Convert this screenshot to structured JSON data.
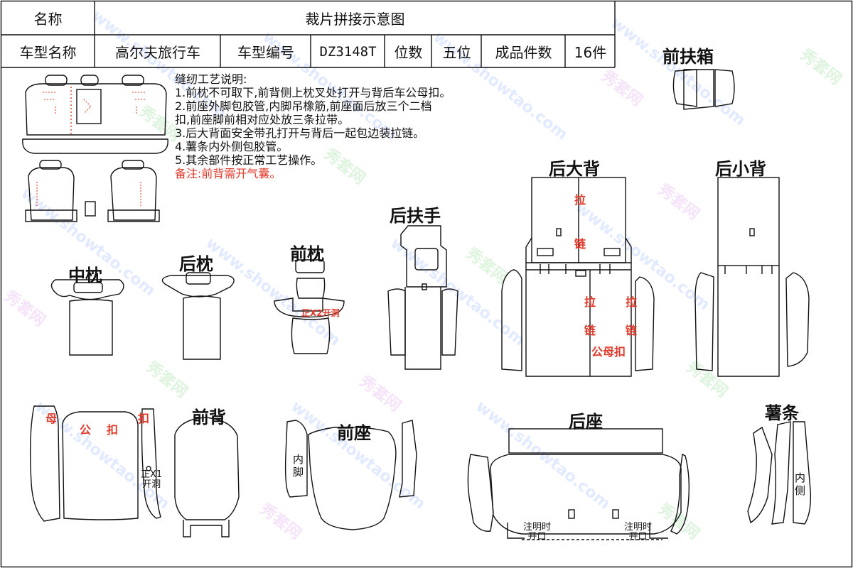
{
  "table": {
    "name_label": "名称",
    "title": "裁片拼接示意图",
    "model_name_label": "车型名称",
    "model_name": "高尔夫旅行车",
    "model_code_label": "车型编号",
    "model_code": "DZ3148T",
    "seats_label": "位数",
    "seats": "五位",
    "pieces_label": "成品件数",
    "pieces": "16件"
  },
  "notes": {
    "heading": "缝纫工艺说明:",
    "lines": [
      "1.前枕不可取下,前背侧上枕叉处打开与背后车公母扣。",
      "2.前座外脚包胶管,内脚吊橡筋,前座面后放三个二档",
      "扣,前座脚前相对应处放三条拉带。",
      "3.后大背面安全带孔打开与背后一起包边装拉链。",
      "4.薯条内外侧包胶管。",
      "5.其余部件按正常工艺操作。"
    ],
    "remark": "备注:前背需开气囊。"
  },
  "labels": {
    "front_box": "前扶箱",
    "rear_big_back": "后大背",
    "rear_small_back": "后小背",
    "rear_armrest": "后扶手",
    "middle_pillow": "中枕",
    "rear_pillow": "后枕",
    "front_pillow": "前枕",
    "front_back": "前背",
    "front_seat": "前座",
    "rear_seat": "后座",
    "fries": "薯条"
  },
  "annotations": {
    "la_1": "拉",
    "lian_1": "链",
    "la_2": "拉",
    "la_3": "拉",
    "lian_2": "链",
    "lian_3": "链",
    "male_female_buckle": "公母扣",
    "front_pillow_note": "正X2开洞",
    "mu": "母",
    "gong": "公",
    "kou_1": "扣",
    "kou_2": "扣",
    "front_x1_a": "正X1",
    "front_x1_b": "开洞",
    "inner_foot_a": "内",
    "inner_foot_b": "脚",
    "inner_side_a": "内",
    "inner_side_b": "侧",
    "mark_a_1": "注明时",
    "mark_a_2": "开口",
    "mark_b_1": "注明时",
    "mark_b_2": "开口"
  },
  "watermark": {
    "text_url": "www.showtao.com",
    "text_brand": "秀套网"
  },
  "colors": {
    "line": "#111111",
    "red": "#e23a2a",
    "wm_blue": "#7fa3ff",
    "wm_green": "#6ccf6c",
    "wm_purple": "#d488e8"
  }
}
